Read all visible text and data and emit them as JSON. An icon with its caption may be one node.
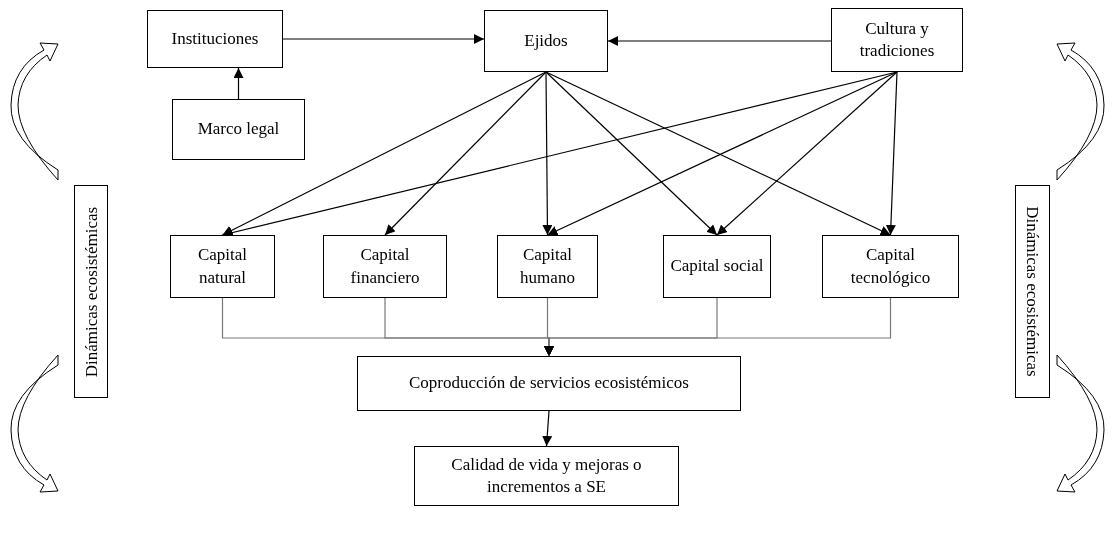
{
  "diagram": {
    "nodes": [
      {
        "text": [
          "Instituciones"
        ]
      },
      {
        "text": [
          "Ejidos"
        ]
      },
      {
        "text": [
          "Cultura y tradiciones"
        ]
      },
      {
        "text": [
          "Marco legal"
        ]
      },
      {
        "text": [
          "Capital natural"
        ]
      },
      {
        "text": [
          "Capital financiero"
        ]
      },
      {
        "text": [
          "Capital humano"
        ]
      },
      {
        "text": [
          "Capital social"
        ]
      },
      {
        "text": [
          "Capital tecnológico"
        ]
      },
      {
        "text": [
          "Coproducción de servicios ecosistémicos"
        ]
      },
      {
        "text": [
          "Calidad de vida y mejoras o incrementos a SE"
        ]
      },
      {
        "text": [
          "Dinámicas ecosistémicas"
        ]
      },
      {
        "text": [
          "Dinámicas ecosistémicas"
        ]
      }
    ],
    "edges": [
      {
        "from": 0,
        "to": 1,
        "arrow": "to"
      },
      {
        "from": 2,
        "to": 1,
        "arrow": "to"
      },
      {
        "from": 3,
        "to": 0,
        "arrow": "to"
      },
      {
        "from": 1,
        "to": 4,
        "arrow": "to"
      },
      {
        "from": 1,
        "to": 5,
        "arrow": "to"
      },
      {
        "from": 1,
        "to": 6,
        "arrow": "to"
      },
      {
        "from": 1,
        "to": 7,
        "arrow": "to"
      },
      {
        "from": 1,
        "to": 8,
        "arrow": "to"
      },
      {
        "from": 2,
        "to": 4,
        "arrow": "to"
      },
      {
        "from": 2,
        "to": 6,
        "arrow": "to"
      },
      {
        "from": 2,
        "to": 7,
        "arrow": "to"
      },
      {
        "from": 2,
        "to": 8,
        "arrow": "to"
      },
      {
        "from": 4,
        "to": 9,
        "arrow": "to",
        "color": "#777777"
      },
      {
        "from": 5,
        "to": 9,
        "arrow": "to",
        "color": "#777777"
      },
      {
        "from": 6,
        "to": 9,
        "arrow": "to",
        "color": "#777777"
      },
      {
        "from": 7,
        "to": 9,
        "arrow": "to",
        "color": "#777777"
      },
      {
        "from": 8,
        "to": 9,
        "arrow": "to",
        "color": "#777777"
      },
      {
        "from": 9,
        "to": 10,
        "arrow": "to"
      }
    ]
  }
}
